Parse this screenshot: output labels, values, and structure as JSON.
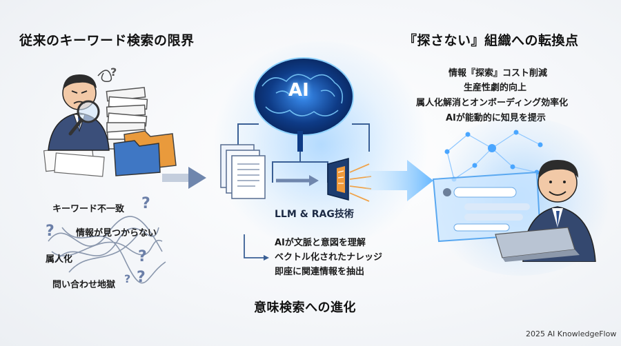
{
  "left": {
    "title": "従来のキーワード検索の限界",
    "problems": [
      "キーワード不一致",
      "情報が見つからない",
      "属人化",
      "問い合わせ地獄"
    ]
  },
  "center": {
    "ai_label": "AI",
    "tech_label": "LLM & RAG技術",
    "features": [
      "AIが文脈と意図を理解",
      "ベクトル化されたナレッジ",
      "即座に関連情報を抽出"
    ],
    "bottom_title": "意味検索への進化"
  },
  "right": {
    "title": "『探さない』組織への転換点",
    "benefits": [
      "情報『探索』コスト削減",
      "生産性劇的向上",
      "属人化解消とオンボーディング効率化",
      "AIが能動的に知見を提示"
    ]
  },
  "footer": "2025 AI KnowledgeFlow",
  "colors": {
    "accent": "#2f7fe0",
    "arrow": "#6f86ad",
    "glow": "#7cc4ff"
  }
}
